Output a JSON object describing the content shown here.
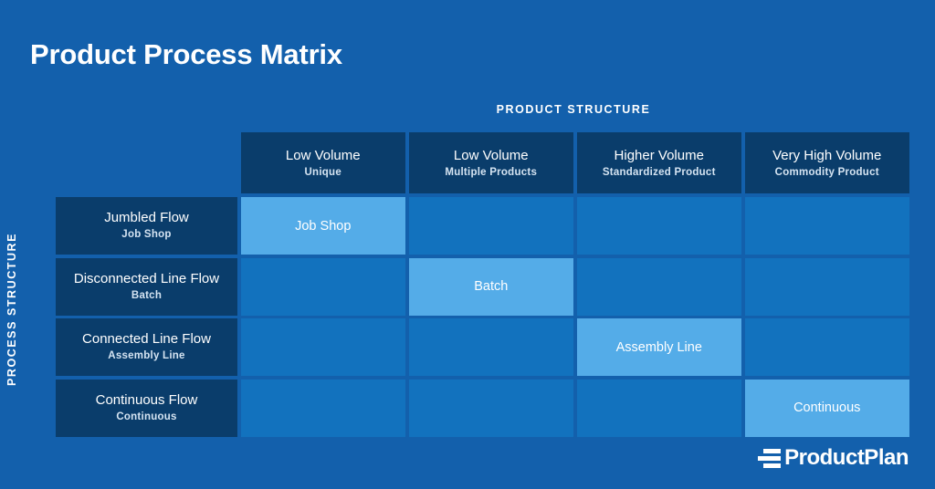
{
  "page": {
    "title": "Product Process Matrix",
    "background_color": "#1360AC"
  },
  "axes": {
    "top_caption": "PRODUCT STRUCTURE",
    "left_caption": "PROCESS STRUCTURE"
  },
  "colors": {
    "background": "#1360AC",
    "header_cell": "#0A3D6B",
    "grid_cell": "#1272BE",
    "highlight_cell": "#54ACE8",
    "text_primary": "#FFFFFF",
    "text_secondary": "#D5E4F2"
  },
  "columns": [
    {
      "main": "Low Volume",
      "sub": "Unique"
    },
    {
      "main": "Low Volume",
      "sub": "Multiple Products"
    },
    {
      "main": "Higher Volume",
      "sub": "Standardized Product"
    },
    {
      "main": "Very High Volume",
      "sub": "Commodity Product"
    }
  ],
  "rows": [
    {
      "main": "Jumbled Flow",
      "sub": "Job Shop"
    },
    {
      "main": "Disconnected Line Flow",
      "sub": "Batch"
    },
    {
      "main": "Connected Line Flow",
      "sub": "Assembly Line"
    },
    {
      "main": "Continuous Flow",
      "sub": "Continuous"
    }
  ],
  "cells": [
    [
      {
        "label": "Job Shop",
        "highlighted": true
      },
      {
        "label": "",
        "highlighted": false
      },
      {
        "label": "",
        "highlighted": false
      },
      {
        "label": "",
        "highlighted": false
      }
    ],
    [
      {
        "label": "",
        "highlighted": false
      },
      {
        "label": "Batch",
        "highlighted": true
      },
      {
        "label": "",
        "highlighted": false
      },
      {
        "label": "",
        "highlighted": false
      }
    ],
    [
      {
        "label": "",
        "highlighted": false
      },
      {
        "label": "",
        "highlighted": false
      },
      {
        "label": "Assembly Line",
        "highlighted": true
      },
      {
        "label": "",
        "highlighted": false
      }
    ],
    [
      {
        "label": "",
        "highlighted": false
      },
      {
        "label": "",
        "highlighted": false
      },
      {
        "label": "",
        "highlighted": false
      },
      {
        "label": "Continuous",
        "highlighted": true
      }
    ]
  ],
  "brand": {
    "name": "ProductPlan",
    "mark": "three-bars-icon"
  }
}
